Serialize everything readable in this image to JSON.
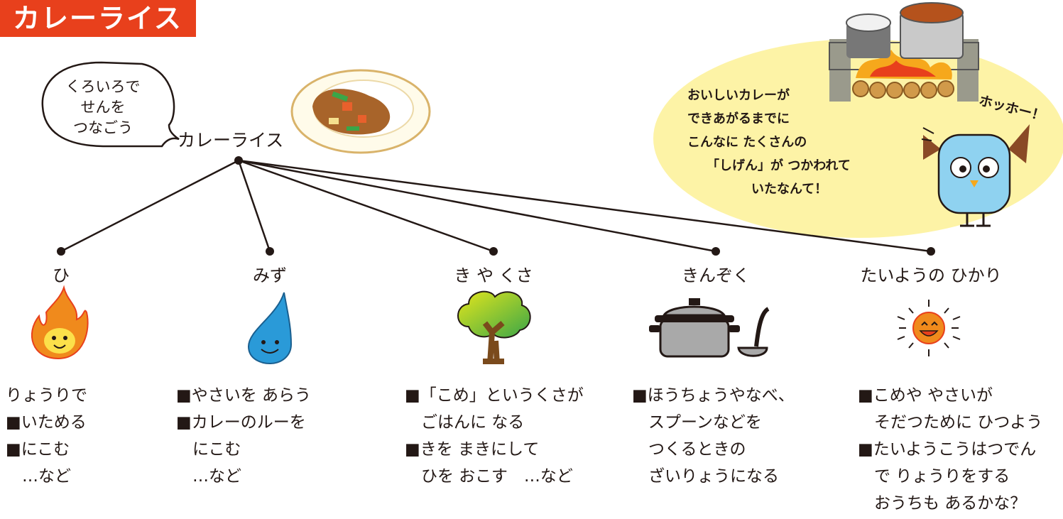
{
  "title": "カレーライス",
  "speech_bubble": [
    "くろいろで",
    "せんを",
    "つなごう"
  ],
  "root": {
    "label": "カレーライス",
    "image": "curry-plate"
  },
  "owl": {
    "message": "おいしいカレーが\nできあがるまでに\nこんなに たくさんの\n　　「しげん」が つかわれて\n　　　　　いたなんて！",
    "exclaim": "ホッホー！"
  },
  "nodes": [
    {
      "label": "ひ",
      "icon": "fire-icon",
      "description": "りょうりで\n■いためる\n■にこむ\n　…など"
    },
    {
      "label": "みず",
      "icon": "water-drop-icon",
      "description": "■やさいを あらう\n■カレーのルーを\n　にこむ\n　…など"
    },
    {
      "label": "き や くさ",
      "icon": "tree-icon",
      "description": "■「こめ」というくさが\n　ごはんに なる\n■きを まきにして\n　ひを おこす　…など"
    },
    {
      "label": "きんぞく",
      "icon": "pot-ladle-icon",
      "description": "■ほうちょうやなべ、\n　スプーンなどを\n　つくるときの\n　ざいりょうになる"
    },
    {
      "label": "たいようの ひかり",
      "icon": "sun-icon",
      "description": "■こめや やさいが\n　そだつために ひつよう\n■たいようこうはつでん\n　で りょうりをする\n　おうちも あるかな？"
    }
  ],
  "colors": {
    "banner": "#e8401c",
    "yellow_bubble": "#fdf3a6",
    "line": "#231815"
  }
}
